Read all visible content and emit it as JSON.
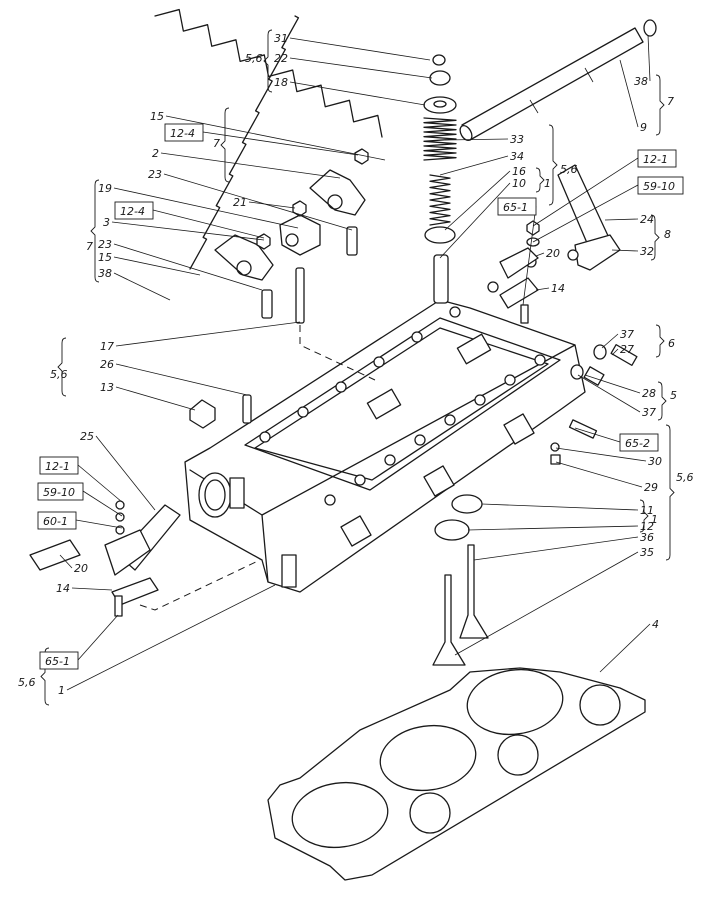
{
  "diagram": {
    "callouts": [
      "31",
      "22",
      "18",
      "15",
      "2",
      "23",
      "19",
      "3",
      "23",
      "15",
      "38",
      "21",
      "17",
      "26",
      "13",
      "25",
      "20",
      "14",
      "1",
      "33",
      "34",
      "16",
      "10",
      "24",
      "32",
      "20",
      "14",
      "38",
      "9",
      "37",
      "27",
      "28",
      "37",
      "30",
      "29",
      "11",
      "12",
      "36",
      "35",
      "4"
    ],
    "reference_boxes": [
      "12-4",
      "12-4",
      "12-1",
      "59-10",
      "60-1",
      "65-1",
      "12-1",
      "59-10",
      "65-1",
      "65-2"
    ],
    "group_labels": [
      "5,6",
      "7",
      "7",
      "5,6",
      "5,6",
      "5,6",
      "1",
      "8",
      "7",
      "6",
      "5",
      "1",
      "5,6"
    ]
  }
}
